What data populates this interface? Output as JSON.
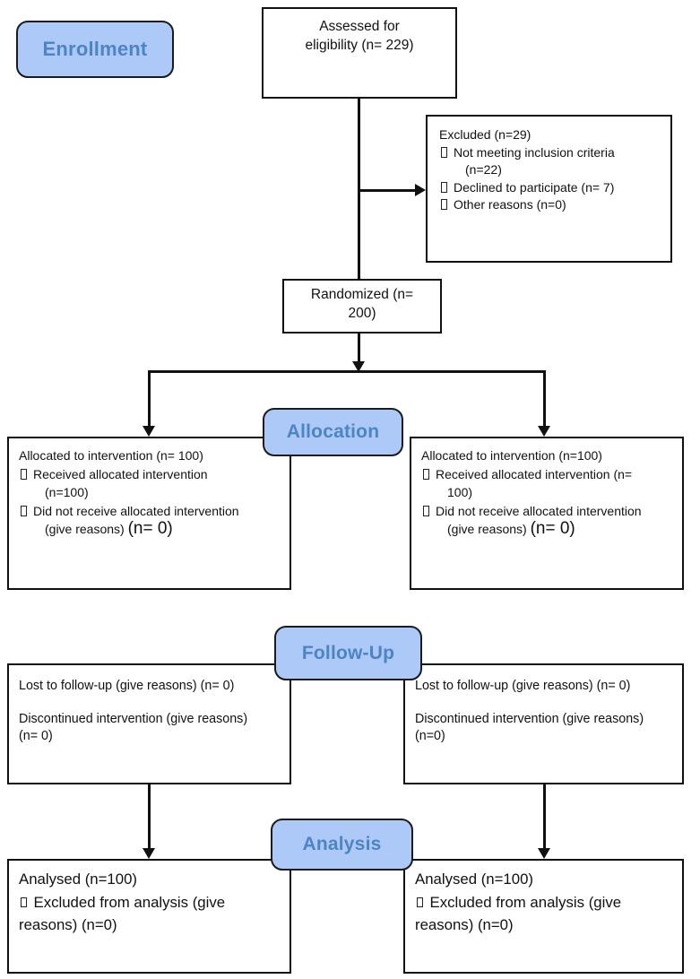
{
  "stage_labels": {
    "enrollment": "Enrollment",
    "allocation": "Allocation",
    "follow_up": "Follow-Up",
    "analysis": "Analysis"
  },
  "colors": {
    "stage_label_fill": "#adc9f7",
    "stage_label_text": "#4d84c4",
    "box_border": "#111111",
    "connector": "#111111",
    "background": "#ffffff"
  },
  "boxes": {
    "assessed": {
      "lines": [
        {
          "text": "Assessed for"
        },
        {
          "text": "eligibility (n= 229)"
        }
      ]
    },
    "excluded": {
      "lines": [
        {
          "text": "Excluded (n=29)"
        },
        {
          "bullet": true,
          "text": "Not meeting inclusion criteria"
        },
        {
          "indent": true,
          "text": "(n=22)"
        },
        {
          "bullet": true,
          "text": "Declined to participate (n= 7)"
        },
        {
          "bullet": true,
          "text": "Other reasons (n=0)"
        }
      ]
    },
    "randomized": {
      "lines": [
        {
          "text": "Randomized (n="
        },
        {
          "text": "200)"
        }
      ]
    },
    "allocation_left": {
      "lines": [
        {
          "text": "Allocated to intervention (n= 100)"
        },
        {
          "bullet": true,
          "text": "Received allocated intervention"
        },
        {
          "indent": true,
          "text": "(n=100)"
        },
        {
          "bullet": true,
          "text": "Did not receive allocated intervention"
        },
        {
          "indent": true,
          "segments": [
            {
              "text": "(give reasons) "
            },
            {
              "text": "(n= 0)",
              "large": true
            }
          ]
        }
      ]
    },
    "allocation_right": {
      "lines": [
        {
          "text": "Allocated to intervention (n=100)"
        },
        {
          "bullet": true,
          "text": "Received allocated intervention (n="
        },
        {
          "indent": true,
          "text": "100)"
        },
        {
          "bullet": true,
          "text": "Did not receive allocated intervention"
        },
        {
          "indent": true,
          "segments": [
            {
              "text": "(give reasons) "
            },
            {
              "text": "(n= 0)",
              "large": true
            }
          ]
        }
      ]
    },
    "followup_left": {
      "lines": [
        {
          "text": "Lost to follow-up (give reasons) (n= 0)"
        },
        {
          "spacer": true
        },
        {
          "text": "Discontinued intervention (give reasons)"
        },
        {
          "text": "(n= 0)"
        }
      ]
    },
    "followup_right": {
      "lines": [
        {
          "text": "Lost to follow-up (give reasons) (n= 0)"
        },
        {
          "spacer": true
        },
        {
          "text": "Discontinued intervention (give reasons)"
        },
        {
          "text": "(n=0)"
        }
      ]
    },
    "analysis_left": {
      "lines": [
        {
          "text": "Analysed (n=100)"
        },
        {
          "bullet": true,
          "text": "Excluded from analysis (give"
        },
        {
          "text": "reasons) (n=0)"
        }
      ]
    },
    "analysis_right": {
      "lines": [
        {
          "text": "Analysed (n=100)"
        },
        {
          "bullet": true,
          "text": "Excluded from analysis (give"
        },
        {
          "text": "reasons) (n=0)"
        }
      ]
    }
  }
}
